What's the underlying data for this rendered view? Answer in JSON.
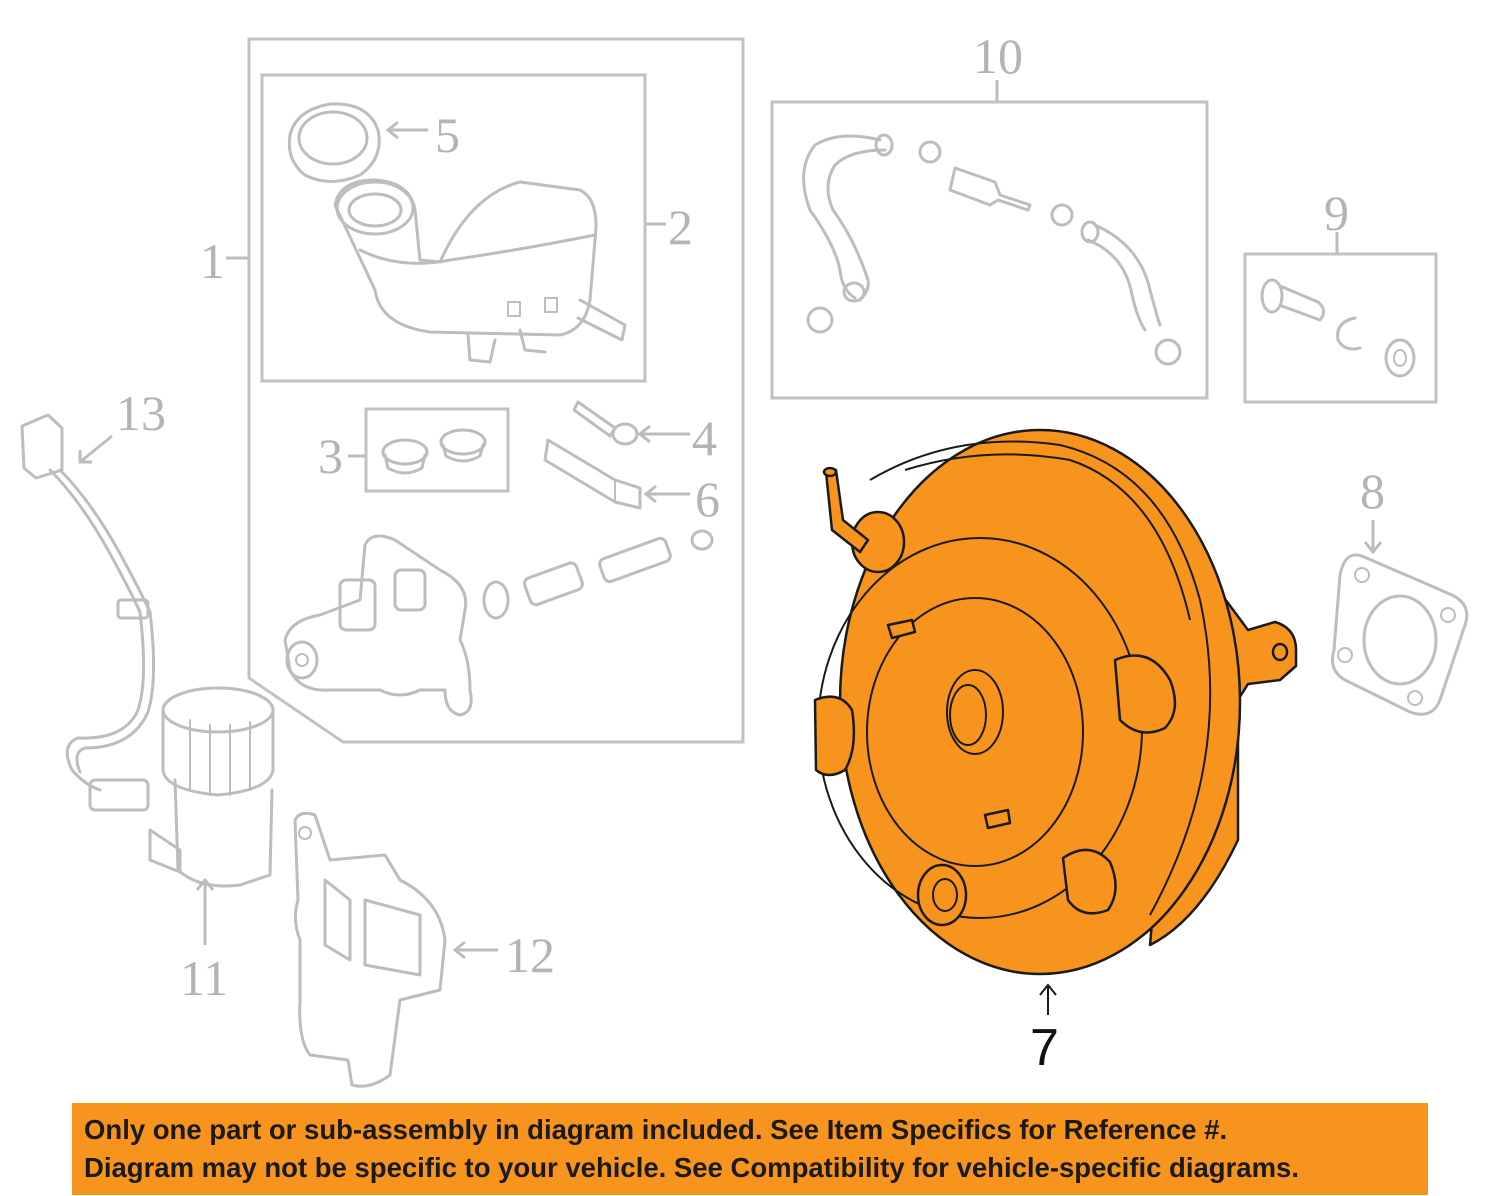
{
  "callouts": {
    "c1": "1",
    "c2": "2",
    "c3": "3",
    "c4": "4",
    "c5": "5",
    "c6": "6",
    "c7": "7",
    "c8": "8",
    "c9": "9",
    "c10": "10",
    "c11": "11",
    "c12": "12",
    "c13": "13"
  },
  "notice": {
    "line1": "Only one part or sub-assembly in diagram included. See Item Specifics for Reference #.",
    "line2": "Diagram may not be specific to your vehicle. See Compatibility for vehicle-specific diagrams."
  },
  "colors": {
    "highlight": "#f7941d",
    "line_gray": "#bdbdbd",
    "outline": "#1a1a1a"
  }
}
